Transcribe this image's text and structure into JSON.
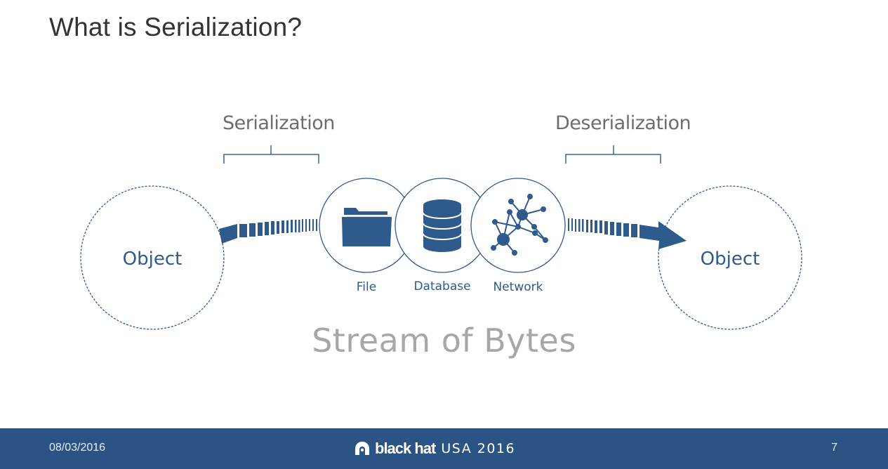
{
  "slide": {
    "title": "What is Serialization?",
    "serialization_label": "Serialization",
    "deserialization_label": "Deserialization",
    "left_object": "Object",
    "right_object": "Object",
    "stores": [
      {
        "label": "File",
        "icon": "folder-icon"
      },
      {
        "label": "Database",
        "icon": "database-icon"
      },
      {
        "label": "Network",
        "icon": "network-icon"
      }
    ],
    "stream_label": "Stream of Bytes"
  },
  "footer": {
    "date": "08/03/2016",
    "brand": "black hat",
    "event": "USA 2016",
    "page_number": "7"
  },
  "colors": {
    "accent": "#2b5384",
    "diagram_blue": "#2f5a8c",
    "footer_bg": "#2b5384",
    "label_gray": "#6d6d6d",
    "stream_gray": "#a7a7a7"
  }
}
